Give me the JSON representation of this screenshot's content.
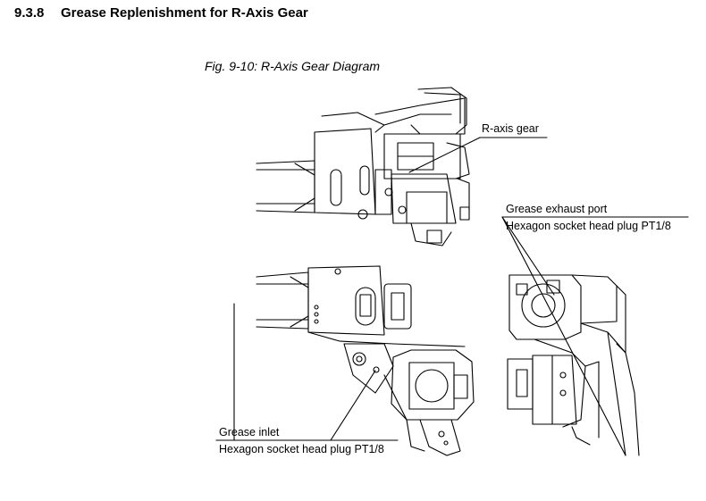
{
  "section": {
    "number": "9.3.8",
    "title": "Grease Replenishment for R-Axis Gear"
  },
  "figure": {
    "caption": "Fig. 9-10: R-Axis Gear Diagram",
    "callouts": {
      "r_axis_gear": "R-axis gear",
      "exhaust_port": "Grease exhaust port",
      "exhaust_plug": "Hexagon socket head plug PT1/8",
      "inlet": "Grease inlet",
      "inlet_plug": "Hexagon socket head plug PT1/8"
    }
  }
}
